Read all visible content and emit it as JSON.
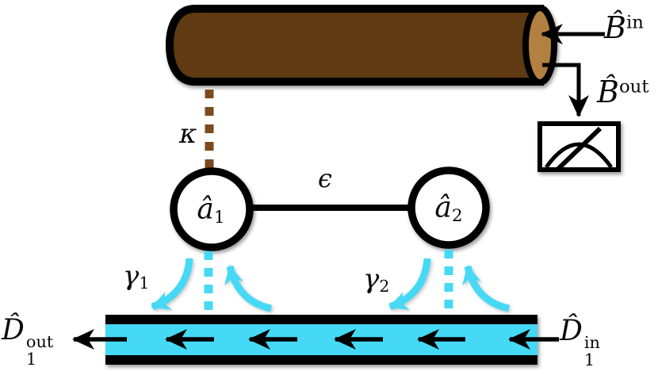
{
  "figure": {
    "description": "Schematic of two coupled bosonic modes: a cavity (brown cylinder) coupled via kappa to mode a1, modes a1 and a2 coupled via epsilon, both decaying via gamma1 and gamma2 into a chiral cyan waveguide with left-propagating field; cavity input-output ports B-in and B-out with analog meter detector; waveguide ports D1-in and D1-out.",
    "colors": {
      "cylinder_body": "#5f3a12",
      "cylinder_cap": "#b28040",
      "kappa_dots": "#7b4a1e",
      "waveguide_cyan": "#45d9f5",
      "outline": "#000000",
      "background": "#ffffff"
    },
    "icons": {
      "meter": "analog-meter-gauge"
    },
    "labels": {
      "b_in": {
        "base": "B̂",
        "sup": "in"
      },
      "b_out": {
        "base": "B̂",
        "sup": "out"
      },
      "kappa": "κ",
      "epsilon": "ϵ",
      "a1": {
        "base": "â",
        "sub": "1"
      },
      "a2": {
        "base": "â",
        "sub": "2"
      },
      "gamma1": {
        "base": "γ",
        "sub": "1"
      },
      "gamma2": {
        "base": "γ",
        "sub": "2"
      },
      "d1_out": {
        "base": "D̂",
        "sub": "1",
        "sup": "out"
      },
      "d1_in": {
        "base": "D̂",
        "sub": "1",
        "sup": "in"
      }
    }
  }
}
